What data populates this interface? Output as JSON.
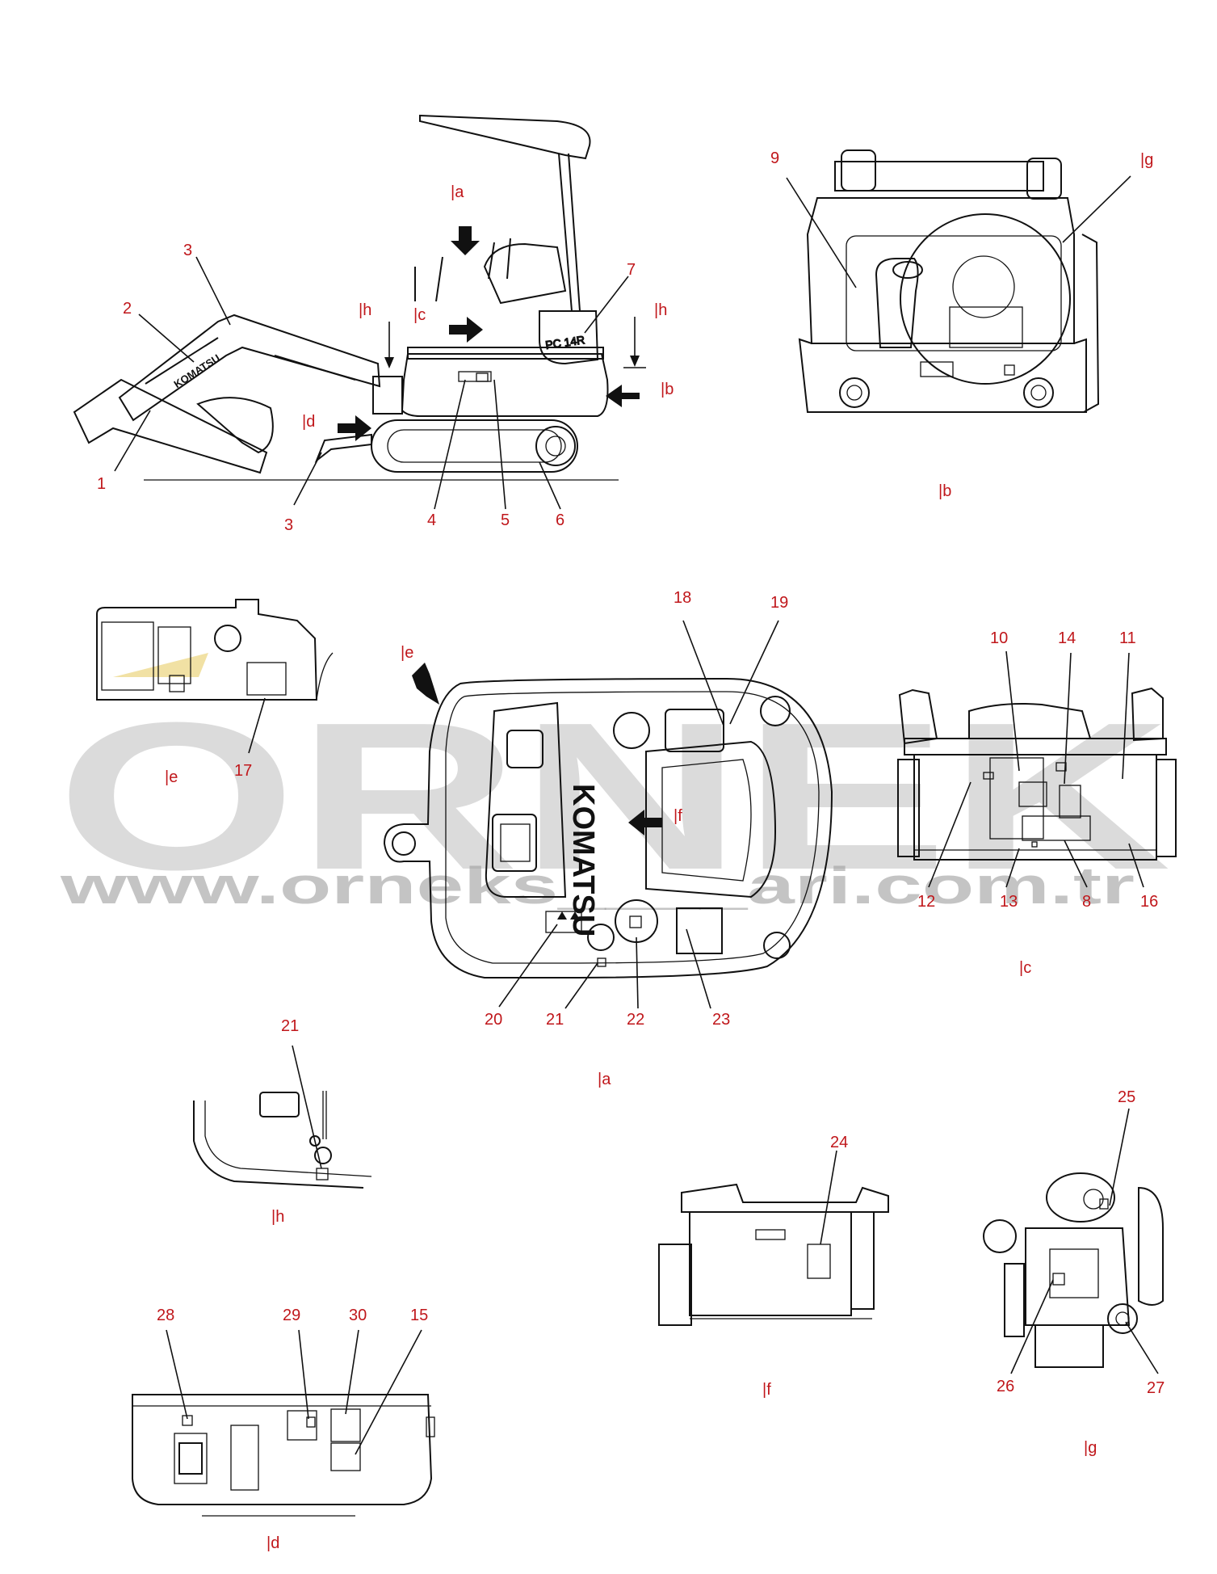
{
  "views": {
    "a": "|a",
    "b": "|b",
    "c": "|c",
    "d": "|d",
    "e": "|e",
    "f": "|f",
    "g": "|g",
    "h": "|h"
  },
  "side_view_refs": {
    "a": "|a",
    "c": "|c",
    "d": "|d",
    "h_left": "|h",
    "h_right": "|h",
    "b": "|b"
  },
  "top_view_refs": {
    "e": "|e",
    "f": "|f"
  },
  "callouts": {
    "n1": "1",
    "n2": "2",
    "n3a": "3",
    "n3b": "3",
    "n4": "4",
    "n5": "5",
    "n6": "6",
    "n7": "7",
    "n8": "8",
    "n9": "9",
    "n10": "10",
    "n11": "11",
    "n12": "12",
    "n13": "13",
    "n14": "14",
    "n15": "15",
    "n16": "16",
    "n17": "17",
    "n18": "18",
    "n19": "19",
    "n20": "20",
    "n21a": "21",
    "n21b": "21",
    "n22": "22",
    "n23": "23",
    "n24": "24",
    "n25": "25",
    "n26": "26",
    "n27": "27",
    "n28": "28",
    "n29": "29",
    "n30": "30"
  },
  "machine_text": {
    "brand": "KOMATSU",
    "boom_brand": "KOMATSU",
    "model": "PC 14R"
  },
  "watermark": {
    "big": "ORNEK",
    "url": "www.orneks____ari.com.tr"
  },
  "colors": {
    "callout": "#c0171b",
    "line": "#111111",
    "watermark": "#bdbdbd",
    "watermark_accent": "#e6c95a"
  }
}
